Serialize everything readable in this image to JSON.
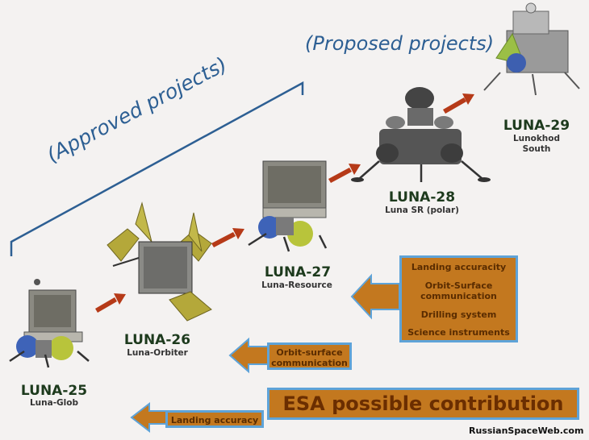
{
  "labels": {
    "proposed": "(Proposed projects)",
    "approved": "(Approved projects)"
  },
  "spacecraft": [
    {
      "name": "LUNA-25",
      "subtitle": "Luna-Glob"
    },
    {
      "name": "LUNA-26",
      "subtitle": "Luna-Orbiter"
    },
    {
      "name": "LUNA-27",
      "subtitle": "Luna-Resource"
    },
    {
      "name": "LUNA-28",
      "subtitle": "Luna SR (polar)"
    },
    {
      "name": "LUNA-29",
      "subtitle_line1": "Lunokhod",
      "subtitle_line2": "South"
    }
  ],
  "contributions": {
    "box_large": [
      "Landing accuracity",
      "Orbit-Surface",
      "communication",
      "Drilling system",
      "Science instruments"
    ],
    "box_mid": [
      "Orbit-surface",
      "communication"
    ],
    "box_small": "Landing accuracy",
    "esa": "ESA  possible contribution"
  },
  "credit": "RussianSpaceWeb.com",
  "colors": {
    "bracket": "#2d5f93",
    "box_fill": "#c3781f",
    "box_border": "#5ea3d8",
    "arrow": "#b63a18"
  }
}
